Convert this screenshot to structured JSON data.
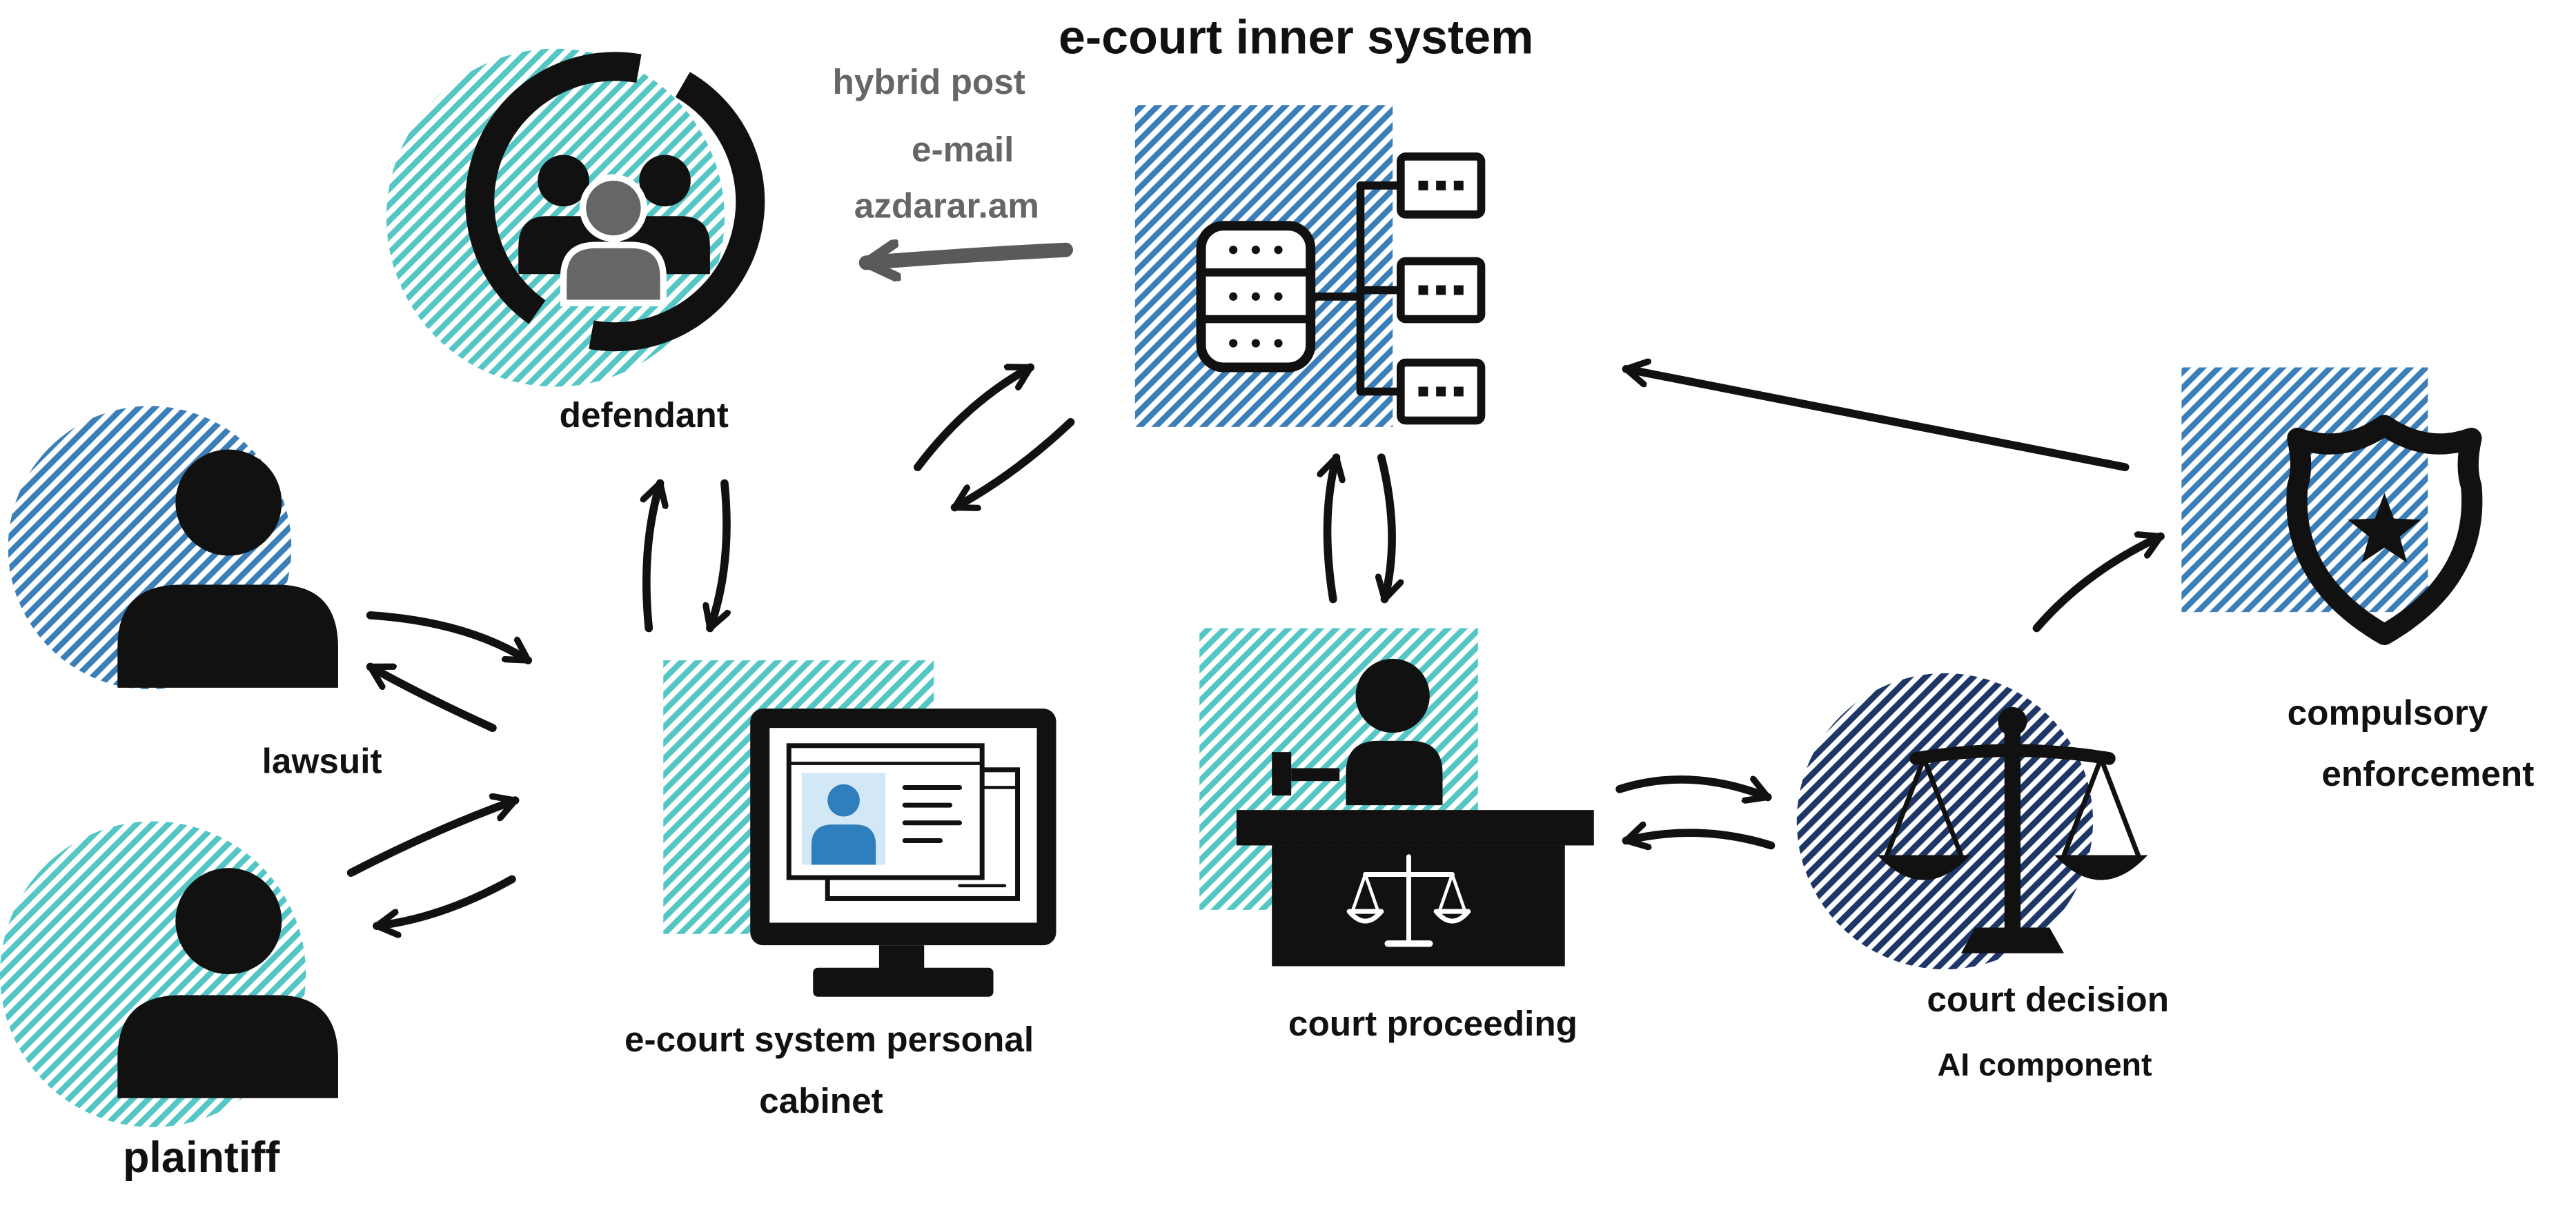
{
  "title": "e-court inner system",
  "notification_channels": [
    "hybrid post",
    "e-mail",
    "azdarar.am"
  ],
  "nodes": {
    "defendant": {
      "label": "defendant"
    },
    "lawsuit": {
      "label": "lawsuit"
    },
    "plaintiff": {
      "label": "plaintiff"
    },
    "personal_cabinet": {
      "label_lines": [
        "e-court system personal",
        "cabinet"
      ]
    },
    "court_proceeding": {
      "label": "court proceeding"
    },
    "court_decision": {
      "label": "court decision",
      "sublabel": "AI component"
    },
    "compulsory_enforcement": {
      "label_lines": [
        "compulsory",
        "enforcement"
      ]
    }
  },
  "icons": {
    "defendant": "group-icon",
    "lawsuit": "person-icon",
    "plaintiff": "person-icon",
    "personal_cabinet": "monitor-profile-icon",
    "inner_system": "database-network-icon",
    "court_proceeding": "judge-desk-icon",
    "court_decision": "scales-icon",
    "compulsory_enforcement": "police-badge-icon"
  },
  "colors": {
    "cyan_stripe": "#55c6c6",
    "blue_stripe": "#3c7fb8",
    "navy_stripe": "#1f3766",
    "channel_text": "#666666",
    "channel_arrow": "#5a5a5a",
    "avatar_blue": "#2f7fbd",
    "avatar_bg": "#d3e8f6"
  }
}
